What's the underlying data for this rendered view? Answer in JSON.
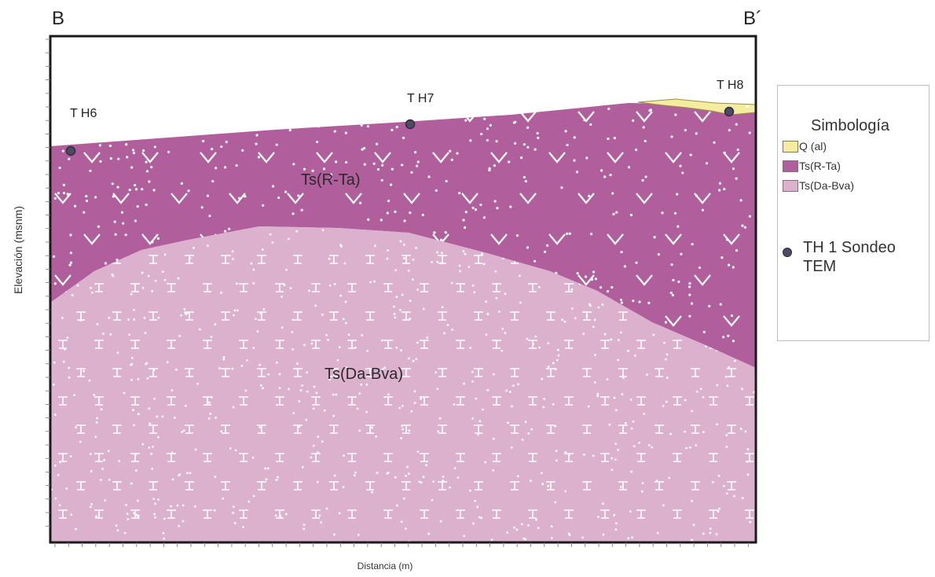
{
  "section": {
    "left_label": "B",
    "right_label": "B´",
    "y_axis_title": "Elevación (msnm)",
    "x_axis_title": "Distancia (m)"
  },
  "wells": [
    {
      "id": "th6",
      "label": "T H6"
    },
    {
      "id": "th7",
      "label": "T H7"
    },
    {
      "id": "th8",
      "label": "T H8"
    }
  ],
  "units": [
    {
      "id": "ts-r-ta",
      "label": "Ts(R-Ta)",
      "color": "#b15e9d"
    },
    {
      "id": "ts-da-bva",
      "label": "Ts(Da-Bva)",
      "color": "#dcb1cd"
    },
    {
      "id": "q-al",
      "label": "Q (al)",
      "color": "#f4ec9e"
    }
  ],
  "legend": {
    "title": "Simbología",
    "items": [
      {
        "label": "Q (al)",
        "color": "#f4ec9e"
      },
      {
        "label": "Ts(R-Ta)",
        "color": "#b15e9d"
      },
      {
        "label": "Ts(Da-Bva)",
        "color": "#dcb1cd"
      }
    ],
    "well_symbol_label_line1": "TH 1 Sondeo",
    "well_symbol_label_line2": "TEM"
  },
  "colors": {
    "frame": "#1a1a1a",
    "well_marker": "#4f4963",
    "well_marker_stroke": "#2f2c40"
  }
}
